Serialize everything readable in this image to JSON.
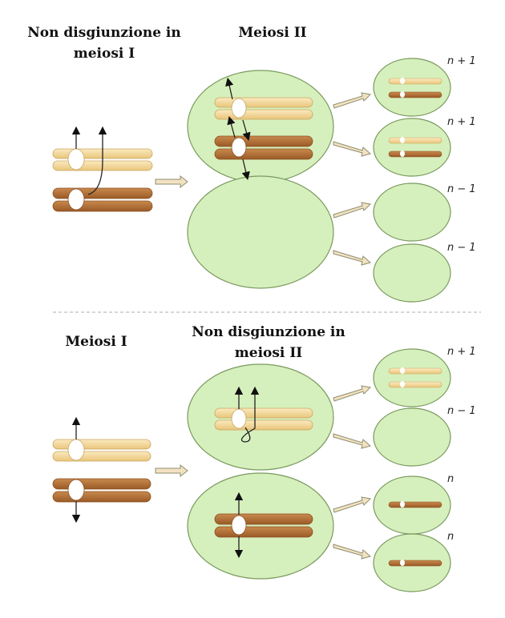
{
  "top": {
    "left_title": [
      "Non disgiunzione in",
      "meiosi I"
    ],
    "right_title": "Meiosi II",
    "gamete_labels": [
      "n + 1",
      "n + 1",
      "n − 1",
      "n − 1"
    ]
  },
  "bottom": {
    "left_title": "Meiosi I",
    "right_title": [
      "Non disgiunzione in",
      "meiosi II"
    ],
    "gamete_labels": [
      "n + 1",
      "n − 1",
      "n",
      "n"
    ]
  },
  "colors": {
    "cell_fill": "#d6f0bd",
    "cell_stroke": "#7a9a5e",
    "light_chromosome": "#f4d99a",
    "dark_chromosome": "#b8733a",
    "divider": "#bdbdbd"
  }
}
